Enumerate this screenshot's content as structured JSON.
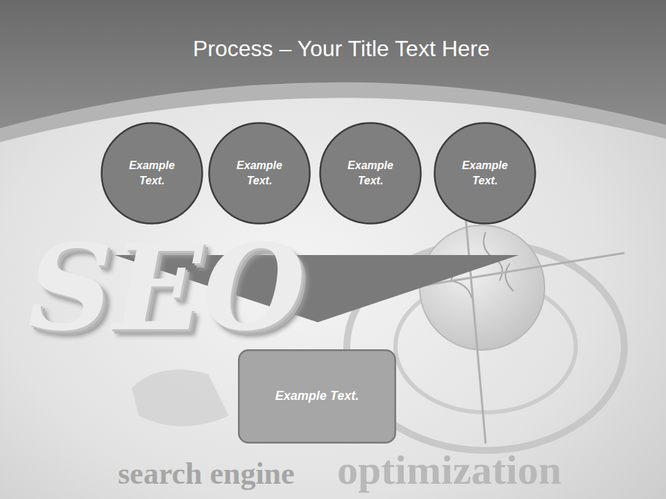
{
  "diagram": {
    "title": "Process – Your Title Text Here",
    "nodes": [
      {
        "text": [
          "Example Text."
        ]
      },
      {
        "text": [
          "Example Text."
        ]
      },
      {
        "text": [
          "Example Text."
        ]
      },
      {
        "text": [
          "Example Text."
        ]
      },
      {
        "text": [
          "Example Text."
        ]
      }
    ],
    "labels": [
      "SEO",
      "search engine",
      "optimization"
    ]
  }
}
